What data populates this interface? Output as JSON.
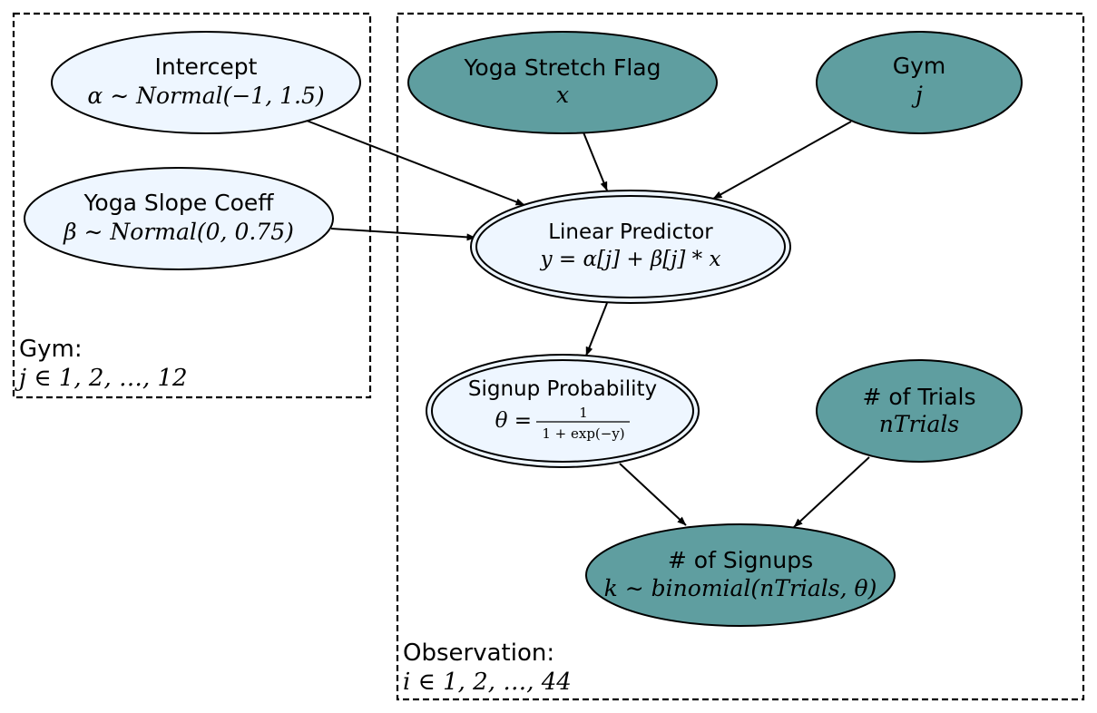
{
  "plates": {
    "gym": {
      "name": "Gym:",
      "index": "j ∈ 1, 2, …, 12"
    },
    "observation": {
      "name": "Observation:",
      "index": "i ∈ 1, 2, …, 44"
    }
  },
  "nodes": {
    "intercept": {
      "title": "Intercept",
      "formula": "α ∼ Normal(−1, 1.5)"
    },
    "slope": {
      "title": "Yoga Slope Coeff",
      "formula": "β ∼ Normal(0, 0.75)"
    },
    "yoga_flag": {
      "title": "Yoga Stretch Flag",
      "formula": "x"
    },
    "gym": {
      "title": "Gym",
      "formula": "j"
    },
    "linear_predictor": {
      "title": "Linear Predictor",
      "formula": "y = α[j] + β[j] * x"
    },
    "signup_prob": {
      "title": "Signup Probability",
      "formula_lhs": "θ =",
      "formula_num": "1",
      "formula_den": "1 + exp(−y)"
    },
    "trials": {
      "title": "# of Trials",
      "formula": "nTrials"
    },
    "signups": {
      "title": "# of Signups",
      "formula": "k ∼ binomial(nTrials, θ)"
    }
  },
  "colors": {
    "latent_fill": "#EEF6FF",
    "observed_fill": "#5F9EA0",
    "stroke": "#000000"
  }
}
